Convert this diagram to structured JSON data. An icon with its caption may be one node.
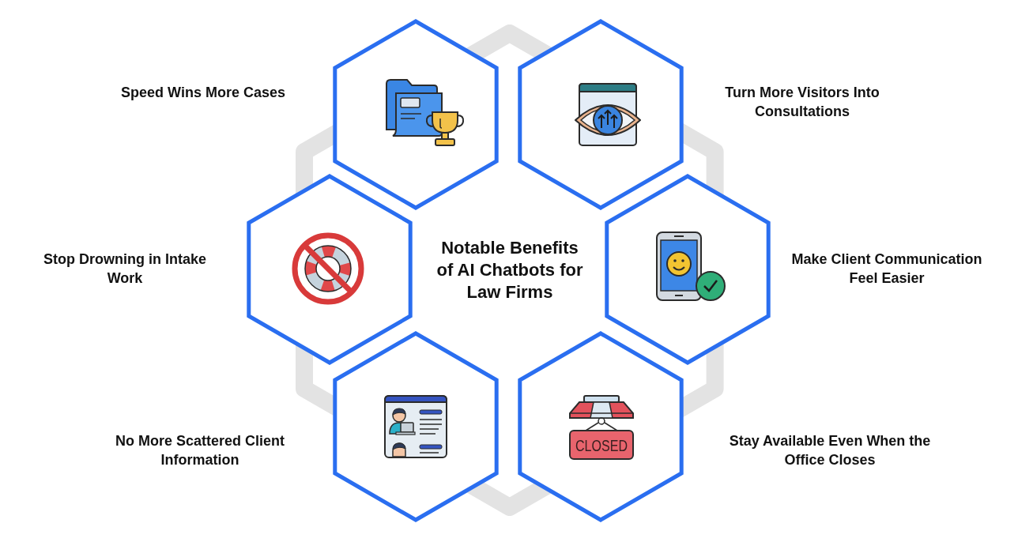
{
  "diagram": {
    "title": "Notable Benefits of AI Chatbots for Law Firms",
    "nodes": [
      {
        "text": [],
        "shape": "hexagon",
        "beside": [
          "Speed Wins More Cases"
        ]
      },
      {
        "text": [],
        "shape": "hexagon",
        "beside": [
          "Turn More Visitors Into Consultations"
        ]
      },
      {
        "text": [],
        "shape": "hexagon",
        "beside": [
          "Stop Drowning in Intake Work"
        ]
      },
      {
        "text": [],
        "shape": "hexagon",
        "beside": [
          "Make Client Communication Feel Easier"
        ]
      },
      {
        "text": [],
        "shape": "hexagon",
        "beside": [
          "No More Scattered Client Information"
        ]
      },
      {
        "text": [],
        "shape": "hexagon",
        "beside": [
          "Stay Available Even When the Office Closes"
        ]
      }
    ],
    "labels": [
      "CLOSED"
    ]
  }
}
